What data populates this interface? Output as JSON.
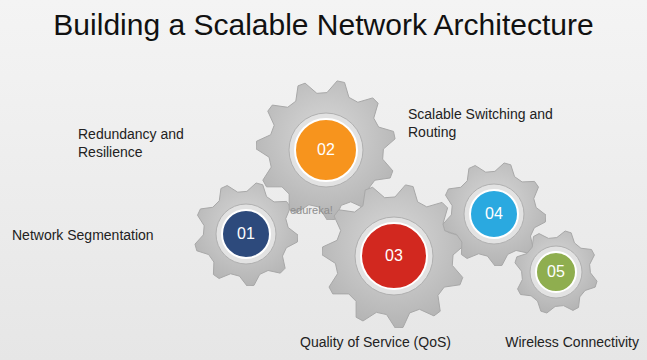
{
  "diagram": {
    "title": "Building a Scalable Network Architecture",
    "nodes": [
      {
        "text": [
          "01"
        ]
      },
      {
        "text": [
          "02"
        ]
      },
      {
        "text": [
          "03"
        ]
      },
      {
        "text": [
          "04"
        ]
      },
      {
        "text": [
          "05"
        ]
      }
    ],
    "labels": [
      "Redundancy and Resilience",
      "Scalable Switching and Routing",
      "Network Segmentation",
      "Quality of Service (QoS)",
      "Wireless Connectivity",
      "edureka!"
    ]
  }
}
